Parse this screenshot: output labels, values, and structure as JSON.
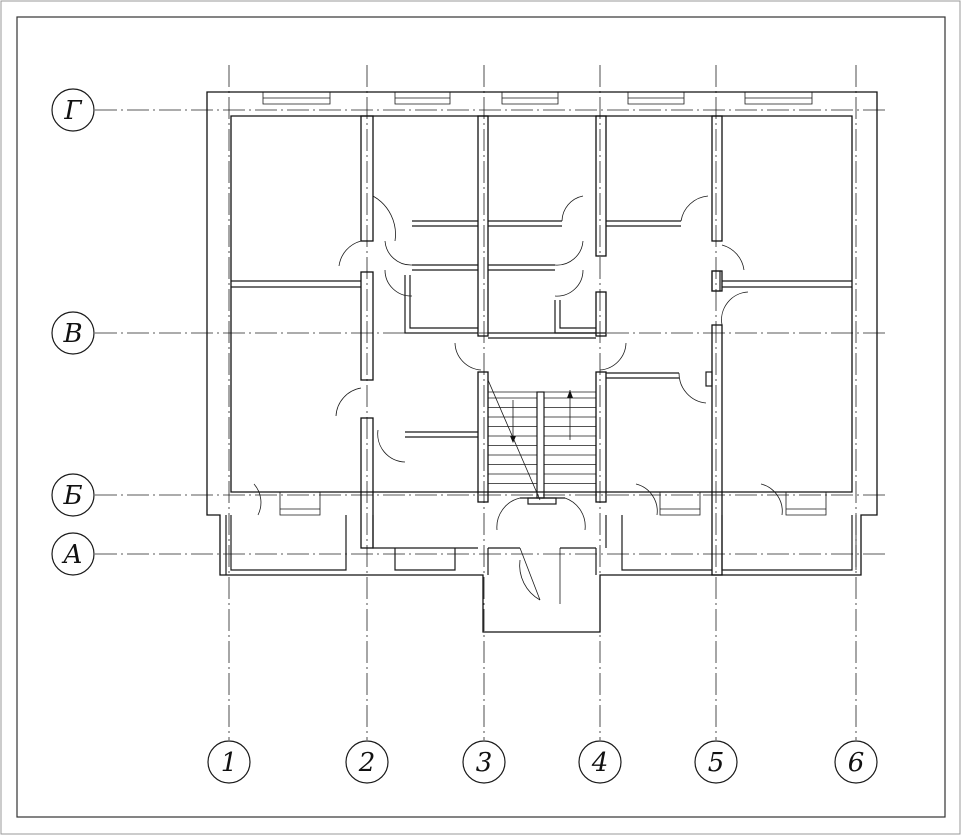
{
  "axes": {
    "rows": [
      "Г",
      "В",
      "Б",
      "А"
    ],
    "columns": [
      "1",
      "2",
      "3",
      "4",
      "5",
      "6"
    ]
  }
}
